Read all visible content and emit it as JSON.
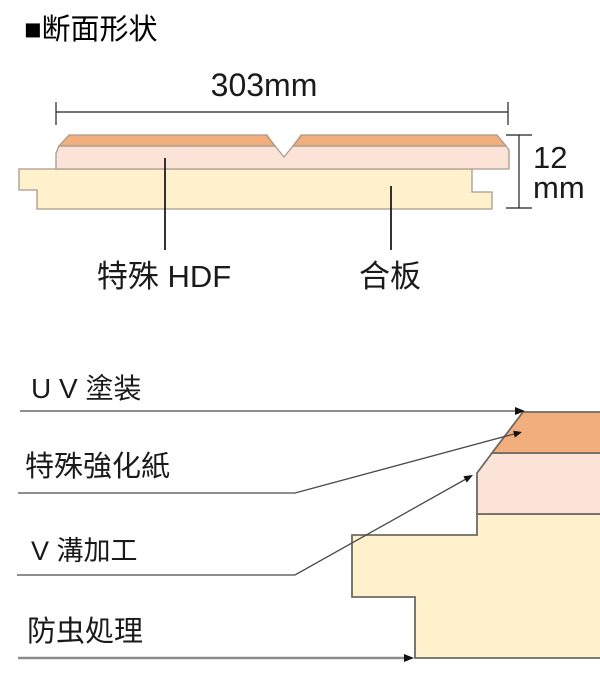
{
  "page": {
    "title_heading": "■断面形状"
  },
  "colors": {
    "surface": "#f2ae7d",
    "hdf": "#fce3d8",
    "plywood": "#fef1cc",
    "outline": "#a89a8c",
    "outline_dark": "#6e6a62",
    "line": "#222222",
    "gray_line": "#8c8c8c"
  },
  "cross_section": {
    "width_dimension": "303mm",
    "thickness_value": "12",
    "thickness_unit": "mm",
    "labels": {
      "surface_core": "特殊 HDF",
      "base": "合板"
    }
  },
  "layer_detail": {
    "labels": {
      "uv": "U V 塗装",
      "paper": "特殊強化紙",
      "groove": "V 溝加工",
      "insect": "防虫処理"
    }
  }
}
